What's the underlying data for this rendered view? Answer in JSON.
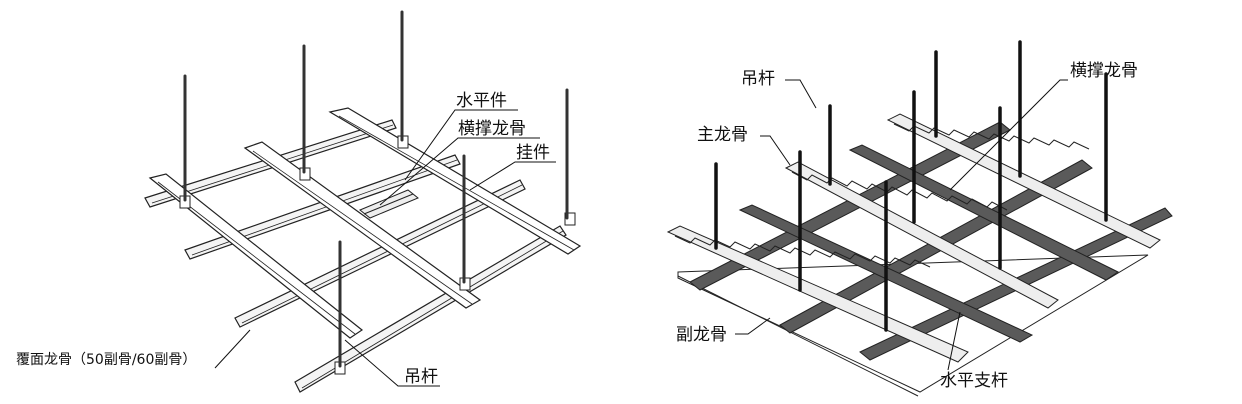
{
  "left_diagram": {
    "labels": {
      "horizontal_piece": "水平件",
      "cross_brace_keel": "横撑龙骨",
      "hanger_piece": "挂件",
      "cover_keel": "覆面龙骨（50副骨/60副骨）",
      "suspension_rod": "吊杆"
    }
  },
  "right_diagram": {
    "labels": {
      "suspension_rod": "吊杆",
      "cross_brace_keel": "横撑龙骨",
      "main_keel": "主龙骨",
      "secondary_keel": "副龙骨",
      "horizontal_support_rod": "水平支杆"
    }
  },
  "colors": {
    "line": "#222222",
    "keel_fill": "#ffffff",
    "dark_keel_fill": "#555555",
    "rod": "#111111"
  }
}
